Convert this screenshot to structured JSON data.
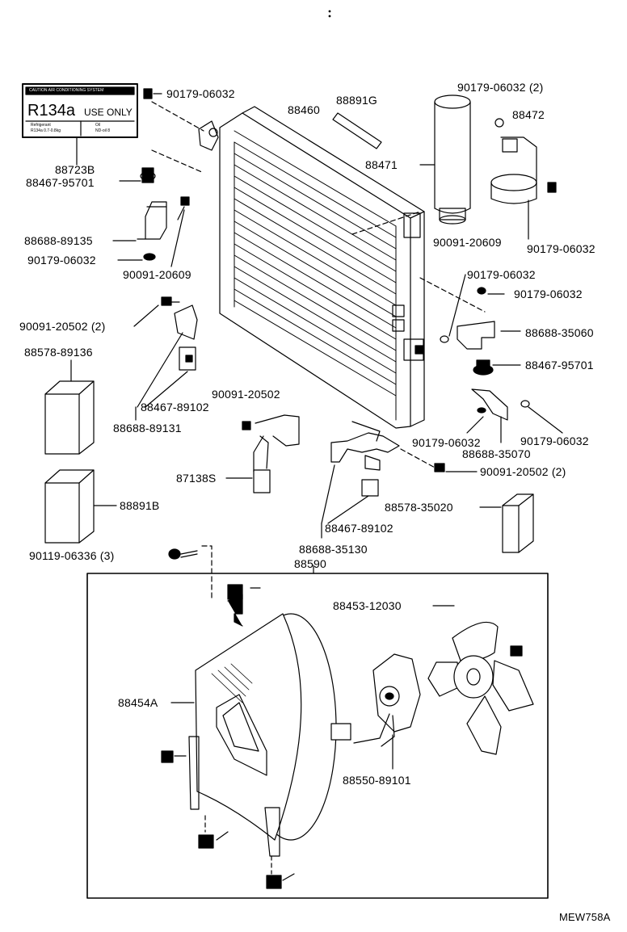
{
  "diagram_code": "MEW758A",
  "sticker": {
    "header": "CAUTION AIR CONDITIONING SYSTEM",
    "refrigerant": "R134a",
    "use_only": "USE ONLY",
    "note_left_1": "Refrigerant",
    "note_left_2": "R134a 0.7-0.8kg",
    "note_right_1": "Oil",
    "note_right_2": "ND-oil 8"
  },
  "labels": {
    "p90179_06032_top": "90179-06032",
    "p88891g": "88891G",
    "p88460": "88460",
    "p90179_06032_2": "90179-06032 (2)",
    "p88472": "88472",
    "p88471": "88471",
    "p88723b": "88723B",
    "p88467_95701_left": "88467-95701",
    "p88688_89135": "88688-89135",
    "p90179_06032_left": "90179-06032",
    "p90091_20609_left": "90091-20609",
    "p90091_20609_right": "90091-20609",
    "p90179_06032_right_top": "90179-06032",
    "p90179_06032_mid1": "90179-06032",
    "p90179_06032_mid2": "90179-06032",
    "p90091_20502_2_left": "90091-20502 (2)",
    "p88578_89136": "88578-89136",
    "p88688_35060": "88688-35060",
    "p88467_95701_right": "88467-95701",
    "p88467_89102_left": "88467-89102",
    "p88688_89131": "88688-89131",
    "p90091_20502": "90091-20502",
    "p90179_06032_low1": "90179-06032",
    "p90179_06032_low2": "90179-06032",
    "p88688_35070": "88688-35070",
    "p87138s": "87138S",
    "p90091_20502_2_right": "90091-20502 (2)",
    "p88891b": "88891B",
    "p88578_35020": "88578-35020",
    "p88467_89102_mid": "88467-89102",
    "p88688_35130": "88688-35130",
    "p90119_06336_3": "90119-06336 (3)",
    "p88590": "88590",
    "p88453_12030": "88453-12030",
    "p88454a": "88454A",
    "p88550_89101": "88550-89101"
  }
}
